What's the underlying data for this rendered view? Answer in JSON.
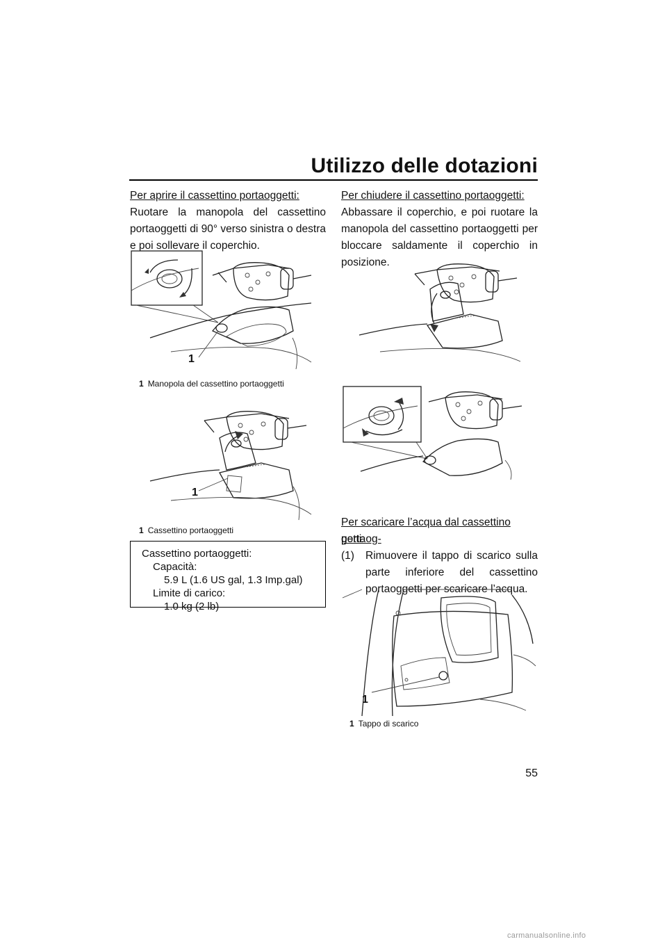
{
  "header": {
    "title": "Utilizzo delle dotazioni"
  },
  "left": {
    "open_heading": "Per aprire il cassettino portaoggetti:",
    "open_text": "Ruotare la manopola del cassettino portaog­getti di 90° verso sinistra o destra e poi solle­vare il coperchio.",
    "fig1_callout": "1",
    "fig1_caption_num": "1",
    "fig1_caption": "Manopola del cassettino portaoggetti",
    "fig2_callout": "1",
    "fig2_caption_num": "1",
    "fig2_caption": "Cassettino portaoggetti",
    "spec": {
      "title": "Cassettino portaoggetti:",
      "capacity_label": "Capacità:",
      "capacity_value": "5.9 L (1.6 US gal, 1.3 Imp.gal)",
      "load_label": "Limite di carico:",
      "load_value": "1.0 kg (2 lb)"
    }
  },
  "right": {
    "close_heading": "Per chiudere il cassettino portaoggetti:",
    "close_text": "Abbassare il coperchio, e poi ruotare la mano­pola del cassettino portaoggetti per bloccare saldamente il coperchio in posizione.",
    "drain_heading_1": "Per scaricare l’acqua dal cassettino portaog-",
    "drain_heading_2": "getti:",
    "drain_step_num": "(1)",
    "drain_step_text": "Rimuovere il tappo di scarico sulla parte inferiore del cassettino portaoggetti per scaricare l’acqua.",
    "fig5_callout": "1",
    "fig5_caption_num": "1",
    "fig5_caption": "Tappo di scarico"
  },
  "page_number": "55",
  "watermark": "carmanualsonline.info"
}
